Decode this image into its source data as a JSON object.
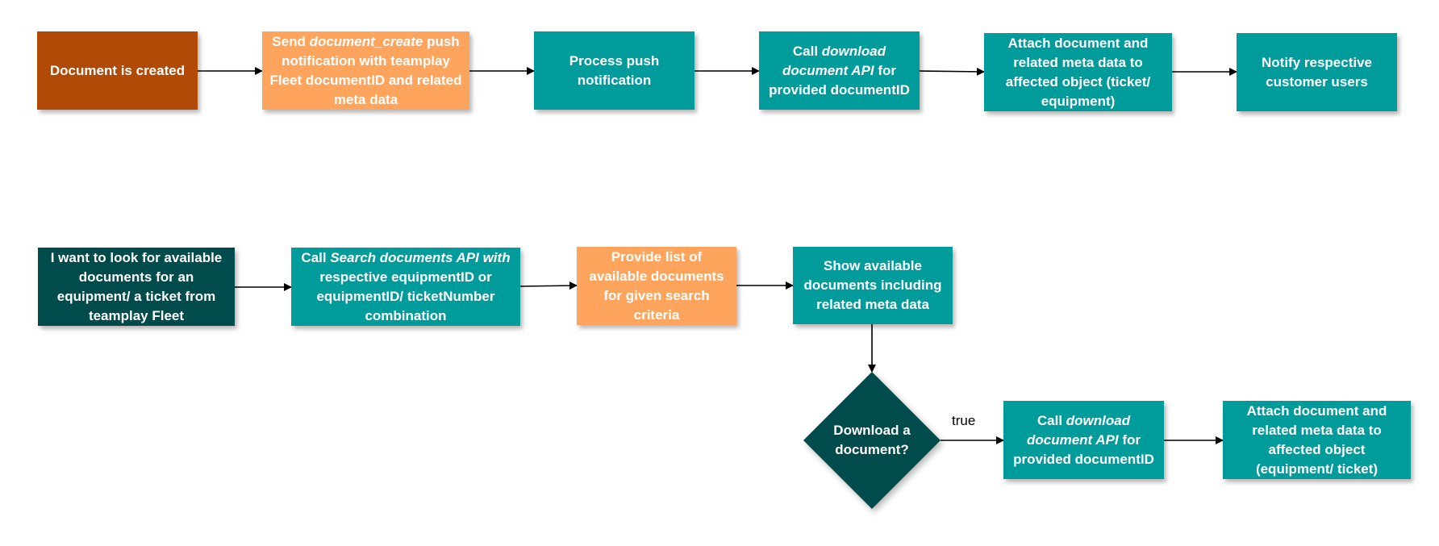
{
  "colors": {
    "teal": "#009b9b",
    "orange": "#ffa45c",
    "rust": "#b24a07",
    "dark_teal": "#004b4b"
  },
  "flow1": {
    "document_created": "Document is created",
    "send_notification": {
      "prefix": "Send ",
      "italic": "document_create",
      "suffix": " push notification with teamplay Fleet documentID and related meta data"
    },
    "process_push": "Process push notification",
    "call_download": {
      "prefix": "Call ",
      "italic": "download document API",
      "suffix": " for provided documentID"
    },
    "attach_document": "Attach document and related meta data to affected object (ticket/ equipment)",
    "notify_users": "Notify respective customer users"
  },
  "flow2": {
    "look_for_docs": "I want to look for available documents for an equipment/ a ticket from teamplay Fleet",
    "call_search": {
      "prefix": "Call ",
      "italic": "Search documents API with",
      "suffix": " respective equipmentID or equipmentID/ ticketNumber combination"
    },
    "provide_list": "Provide list of available documents for given search criteria",
    "show_available": "Show available documents including related meta data",
    "decision": "Download a document?",
    "edge_true": "true",
    "call_download": {
      "prefix": "Call ",
      "italic": "download document API",
      "suffix": " for provided documentID"
    },
    "attach_document": "Attach document and related meta data to affected object (equipment/ ticket)"
  }
}
